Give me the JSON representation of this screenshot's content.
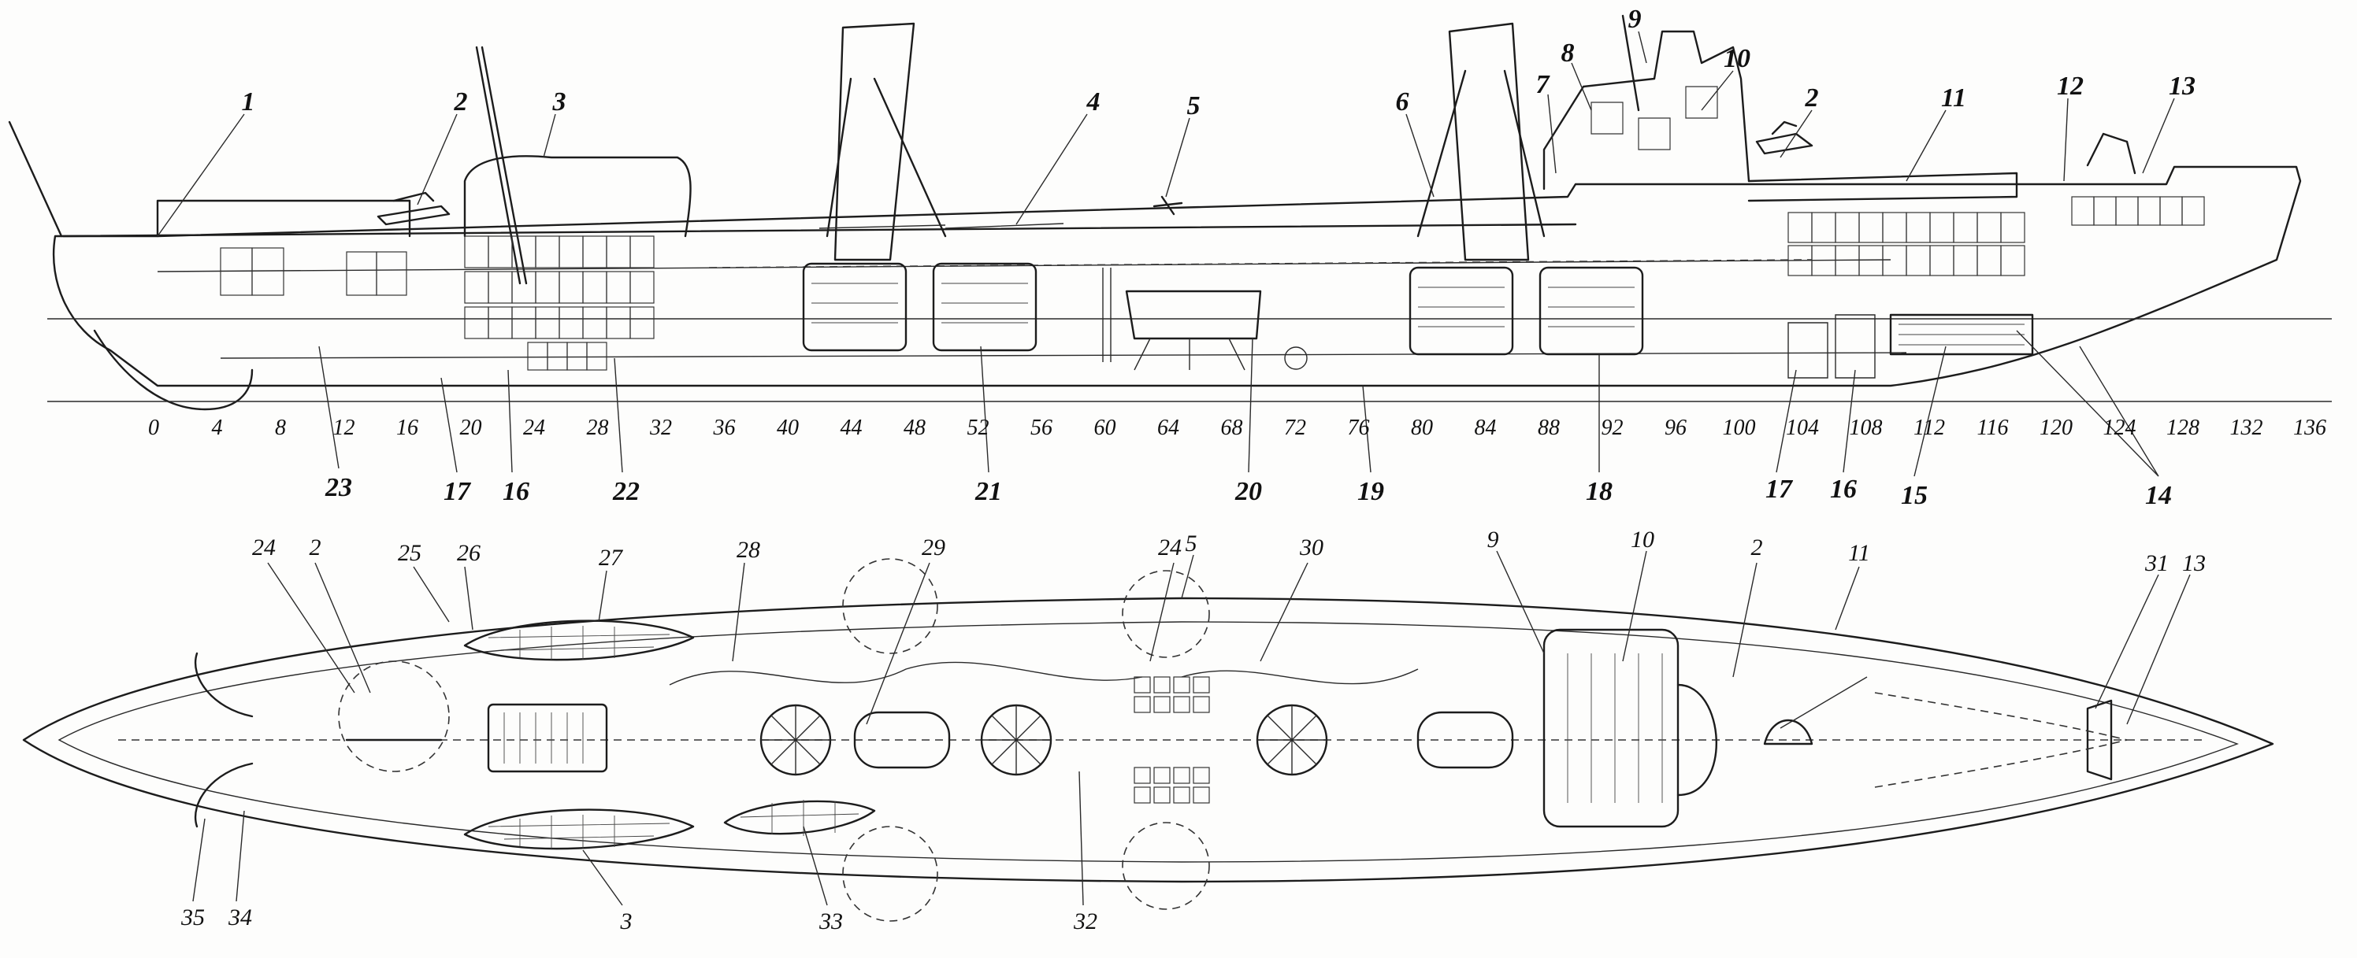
{
  "side_view": {
    "frame_numbers": [
      "0",
      "4",
      "8",
      "12",
      "16",
      "20",
      "24",
      "28",
      "32",
      "36",
      "40",
      "44",
      "48",
      "52",
      "56",
      "60",
      "64",
      "68",
      "72",
      "76",
      "80",
      "84",
      "88",
      "92",
      "96",
      "100",
      "104",
      "108",
      "112",
      "116",
      "120",
      "124",
      "128",
      "132",
      "136"
    ],
    "callouts_top": [
      "1",
      "2",
      "3",
      "4",
      "5",
      "6",
      "7",
      "8",
      "9",
      "10",
      "2",
      "11",
      "12",
      "13"
    ],
    "callouts_bottom": [
      "23",
      "17",
      "16",
      "22",
      "21",
      "20",
      "19",
      "18",
      "17",
      "16",
      "15",
      "14"
    ]
  },
  "plan_view": {
    "callouts_top": [
      "24",
      "2",
      "25",
      "26",
      "27",
      "28",
      "29",
      "24",
      "5",
      "30",
      "9",
      "10",
      "2",
      "11",
      "31",
      "13"
    ],
    "callouts_bottom": [
      "35",
      "34",
      "3",
      "33",
      "32"
    ]
  }
}
